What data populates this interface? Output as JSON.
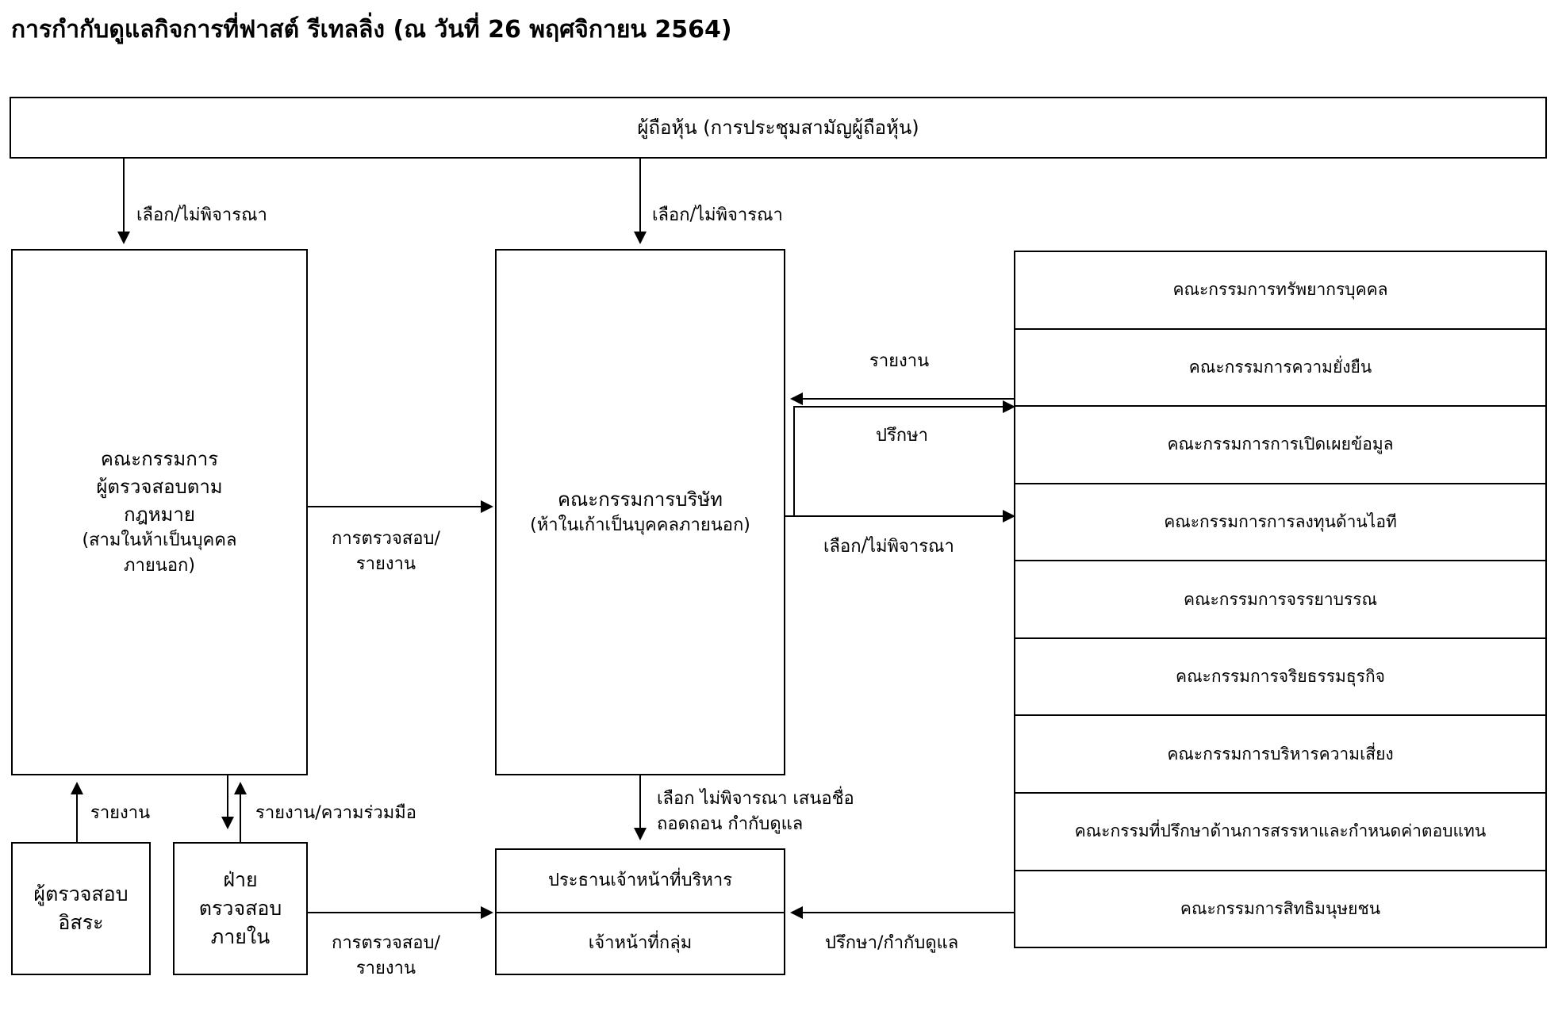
{
  "title": "การกำกับดูแลกิจการที่ฟาสต์ รีเทลลิ่ง (ณ วันที่ 26 พฤศจิกายน 2564)",
  "nodes": {
    "shareholders": "ผู้ถือหุ้น (การประชุมสามัญผู้ถือหุ้น)",
    "audit_committee": {
      "line1": "คณะกรรมการ",
      "line2": "ผู้ตรวจสอบตาม",
      "line3": "กฎหมาย",
      "line4": "(สามในห้าเป็นบุคคล",
      "line5": "ภายนอก)"
    },
    "board": {
      "line1": "คณะกรรมการบริษัท",
      "line2": "(ห้าในเก้าเป็นบุคคลภายนอก)"
    },
    "independent_auditor": {
      "line1": "ผู้ตรวจสอบ",
      "line2": "อิสระ"
    },
    "internal_audit": {
      "line1": "ฝ่าย",
      "line2": "ตรวจสอบ",
      "line3": "ภายใน"
    },
    "executive": {
      "ceo": "ประธานเจ้าหน้าที่บริหาร",
      "group_officers": "เจ้าหน้าที่กลุ่ม"
    }
  },
  "committees": [
    {
      "label": "คณะกรรมการทรัพยากรบุคคล"
    },
    {
      "label": "คณะกรรมการความยั่งยืน"
    },
    {
      "label": "คณะกรรมการการเปิดเผยข้อมูล"
    },
    {
      "label": "คณะกรรมการการลงทุนด้านไอที"
    },
    {
      "label": "คณะกรรมการจรรยาบรรณ"
    },
    {
      "label": "คณะกรรมการจริยธรรมธุรกิจ"
    },
    {
      "label": "คณะกรรมการบริหารความเสี่ยง"
    },
    {
      "label": "คณะกรรมที่ปรึกษาด้านการสรรหาและกำหนดค่าตอบแทน"
    },
    {
      "label": "คณะกรรมการสิทธิมนุษยชน"
    }
  ],
  "edges": {
    "shareholders_to_audit": "เลือก/ไม่พิจารณา",
    "shareholders_to_board": "เลือก/ไม่พิจารณา",
    "audit_to_board": {
      "line1": "การตรวจสอบ/",
      "line2": "รายงาน"
    },
    "committees_to_board": "รายงาน",
    "board_to_committees_consult": "ปรึกษา",
    "board_to_committees_elect": "เลือก/ไม่พิจารณา",
    "independent_auditor_to_audit": "รายงาน",
    "internal_audit_to_audit": "รายงาน/ความร่วมมือ",
    "board_to_executive": {
      "line1": "เลือก ไม่พิจารณา เสนอชื่อ",
      "line2": "ถอดถอน กำกับดูแล"
    },
    "internal_audit_to_executive": {
      "line1": "การตรวจสอบ/",
      "line2": "รายงาน"
    },
    "committees_to_executive": "ปรึกษา/กำกับดูแล"
  },
  "colors": {
    "stroke": "#000000",
    "background": "#ffffff"
  }
}
